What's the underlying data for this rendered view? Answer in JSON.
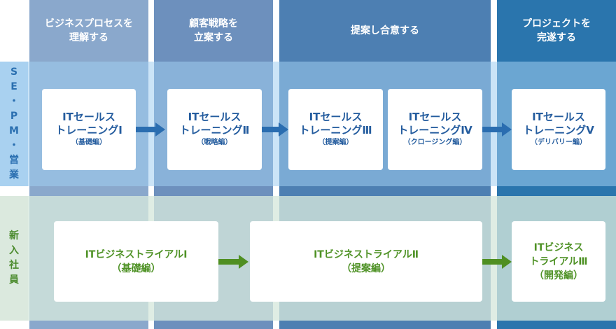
{
  "colors": {
    "col1": "#8aa8cc",
    "col2": "#6d90bd",
    "col3": "#4d7fb2",
    "col4": "#2a75ad",
    "arrow_blue": "#2a6db0",
    "arrow_green": "#4f8f22"
  },
  "phases": [
    {
      "line1": "ビジネスプロセスを",
      "line2": "理解する"
    },
    {
      "line1": "顧客戦略を",
      "line2": "立案する"
    },
    {
      "line1": "提案し合意する",
      "line2": ""
    },
    {
      "line1": "プロジェクトを",
      "line2": "完遂する"
    }
  ],
  "rows": {
    "se_label": [
      "S",
      "E",
      "・",
      "P",
      "M",
      "・",
      "営",
      "業"
    ],
    "new_label": [
      "新",
      "入",
      "社",
      "員"
    ]
  },
  "sales_trainings": [
    {
      "line1": "ITセールス",
      "line2": "トレーニングⅠ",
      "sub": "（基礎編）"
    },
    {
      "line1": "ITセールス",
      "line2": "トレーニングⅡ",
      "sub": "（戦略編）"
    },
    {
      "line1": "ITセールス",
      "line2": "トレーニングⅢ",
      "sub": "（提案編）"
    },
    {
      "line1": "ITセールス",
      "line2": "トレーニングⅣ",
      "sub": "（クロージング編）"
    },
    {
      "line1": "ITセールス",
      "line2": "トレーニングⅤ",
      "sub": "（デリバリー編）"
    }
  ],
  "business_trials": [
    {
      "line1": "ITビジネストライアルⅠ",
      "line2": "（基礎編）"
    },
    {
      "line1": "ITビジネストライアルⅡ",
      "line2": "（提案編）"
    },
    {
      "line1": "ITビジネス",
      "line2": "トライアルⅢ",
      "sub": "（開発編）"
    }
  ]
}
